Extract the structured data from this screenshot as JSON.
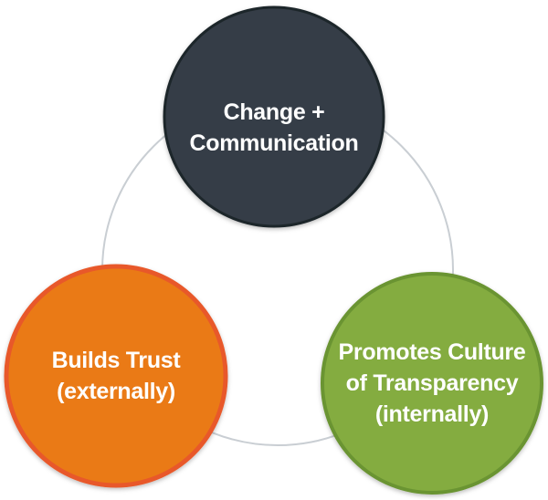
{
  "nodes": {
    "top": {
      "lines": [
        "Change +",
        "Communication"
      ],
      "fill": "#353e47",
      "stroke": "#1f252a"
    },
    "left": {
      "lines": [
        "Builds Trust",
        "(externally)"
      ],
      "fill": "#ea7a14",
      "stroke": "#e8592a"
    },
    "right": {
      "lines": [
        "Promotes Culture",
        "of Transparency",
        "(internally)"
      ],
      "fill": "#84ac40",
      "stroke": "#6b9432"
    }
  },
  "connector": {
    "color": "#c9ced3"
  }
}
